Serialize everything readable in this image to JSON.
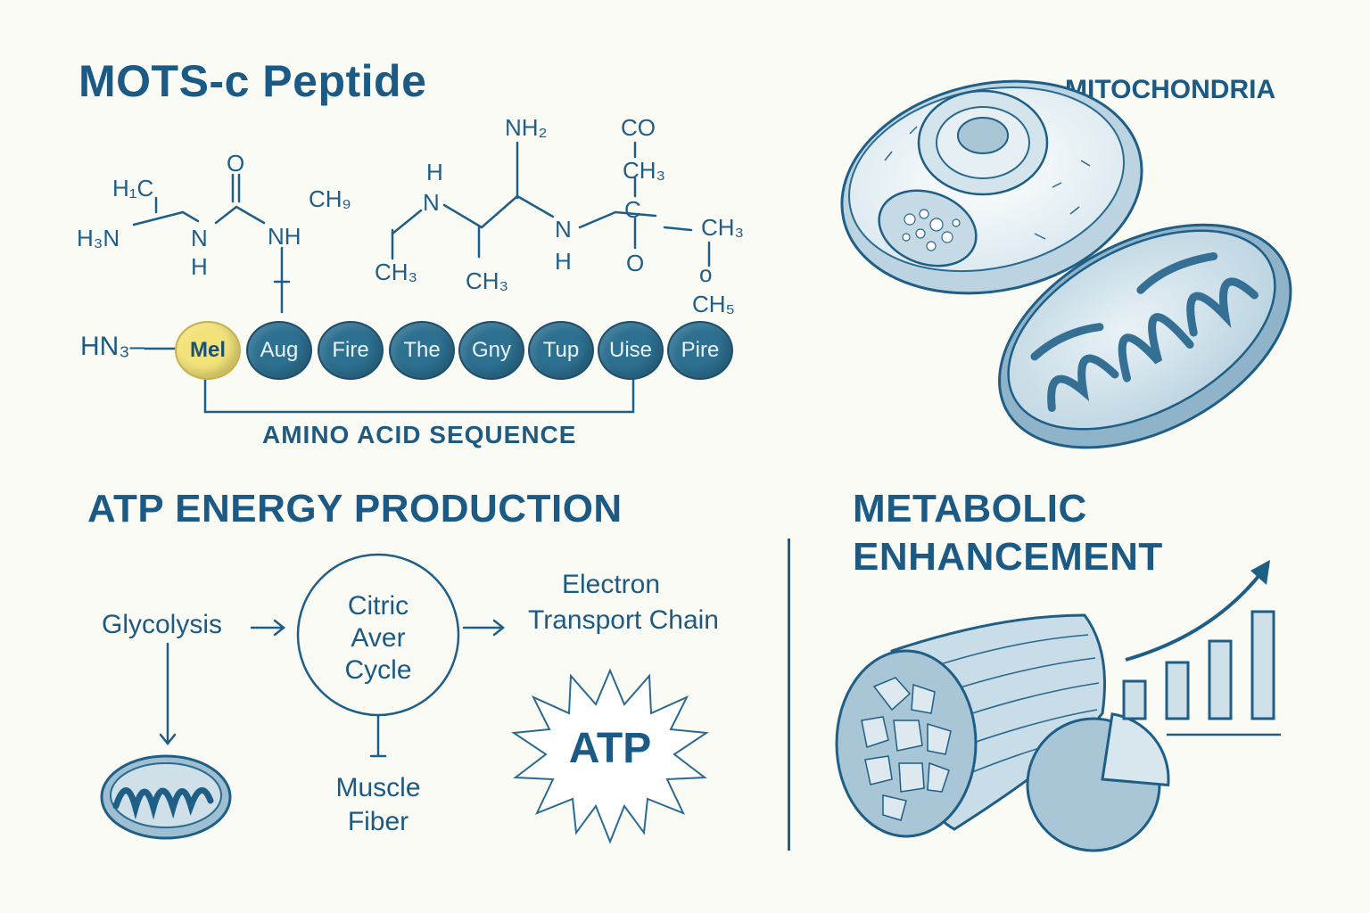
{
  "titles": {
    "peptide": "MOTS-c Peptide",
    "mitochondria": "MITOCHONDRIA",
    "atp_production": "ATP ENERGY PRODUCTION",
    "metabolic_line1": "METABOLIC",
    "metabolic_line2": "ENHANCEMENT"
  },
  "structure": {
    "labels": [
      "H₁C",
      "H₃N",
      "O",
      "N",
      "H",
      "NH",
      "CH₉",
      "H",
      "N",
      "CH₃",
      "NH₂",
      "CH₃",
      "N",
      "H",
      "CO",
      "CH₃",
      "C",
      "O",
      "CH₃",
      "o",
      "CH₅"
    ]
  },
  "sequence": {
    "start": "HN₃–",
    "residues": [
      "Mel",
      "Aug",
      "Fire",
      "The",
      "Gny",
      "Tup",
      "Uise",
      "Pire"
    ],
    "label": "AMINO ACID SEQUENCE"
  },
  "pathway": {
    "glycolysis": "Glycolysis",
    "cycle_line1": "Citric",
    "cycle_line2": "Aver",
    "cycle_line3": "Cycle",
    "etc_line1": "Electron",
    "etc_line2": "Transport Chain",
    "atp": "ATP",
    "muscle_line1": "Muscle",
    "muscle_line2": "Fiber"
  },
  "chart": {
    "bars": [
      0.28,
      0.42,
      0.58,
      0.8
    ],
    "pie_slice": 0.12
  },
  "colors": {
    "ink": "#1c5a82",
    "accent": "#2d7090",
    "highlight": "#f2e27a",
    "paper": "#fbfbf6"
  }
}
